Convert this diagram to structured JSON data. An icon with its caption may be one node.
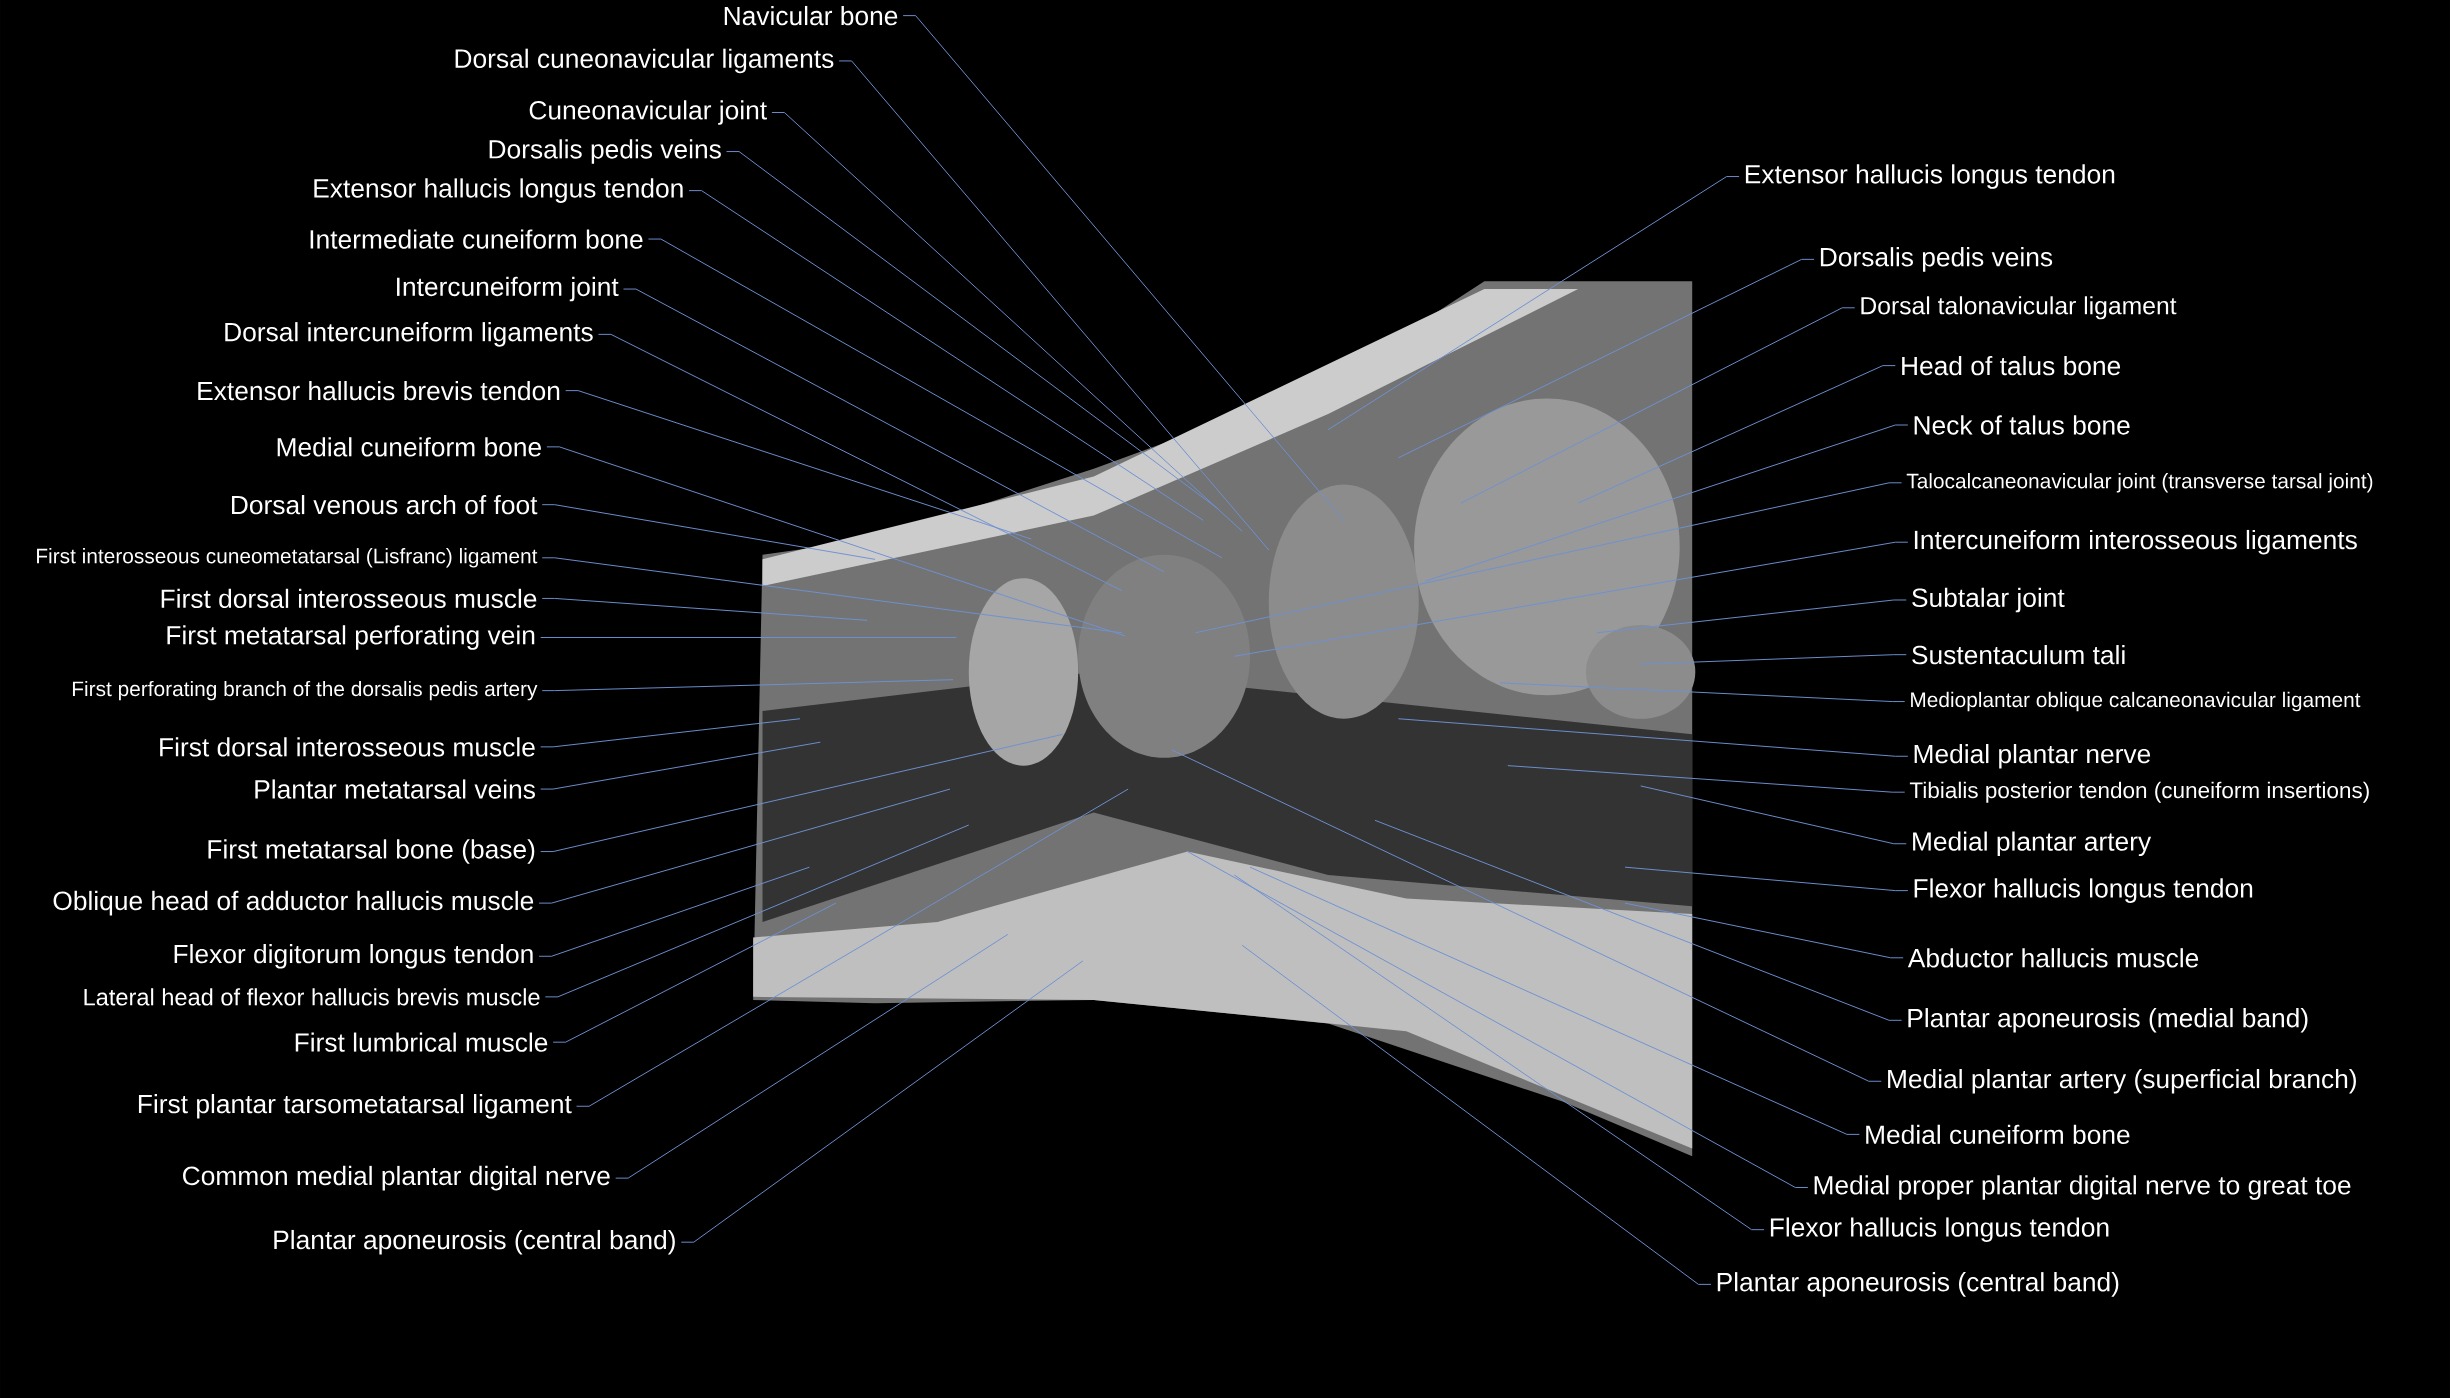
{
  "diagram": {
    "nodes": [
      {
        "text": [
          "Navicular bone"
        ]
      },
      {
        "text": [
          "Dorsal cuneonavicular ligaments"
        ]
      },
      {
        "text": [
          "Cuneonavicular joint"
        ]
      },
      {
        "text": [
          "Dorsalis pedis veins"
        ]
      },
      {
        "text": [
          "Extensor hallucis longus tendon"
        ]
      },
      {
        "text": [
          "Intermediate cuneiform bone"
        ]
      },
      {
        "text": [
          "Intercuneiform joint"
        ]
      },
      {
        "text": [
          "Dorsal intercuneiform ligaments"
        ]
      },
      {
        "text": [
          "Extensor hallucis brevis tendon"
        ]
      },
      {
        "text": [
          "Medial cuneiform bone"
        ]
      },
      {
        "text": [
          "Dorsal venous arch of foot"
        ]
      },
      {
        "text": [
          "First interosseous cuneometatarsal (Lisfranc) ligament"
        ]
      },
      {
        "text": [
          "First dorsal interosseous muscle"
        ]
      },
      {
        "text": [
          "First metatarsal perforating vein"
        ]
      },
      {
        "text": [
          "First perforating branch of the dorsalis pedis artery"
        ]
      },
      {
        "text": [
          "First dorsal interosseous muscle"
        ]
      },
      {
        "text": [
          "Plantar metatarsal veins"
        ]
      },
      {
        "text": [
          "First metatarsal bone (base)"
        ]
      },
      {
        "text": [
          "Oblique head of adductor hallucis muscle"
        ]
      },
      {
        "text": [
          "Flexor digitorum longus tendon"
        ]
      },
      {
        "text": [
          "Lateral head of flexor hallucis brevis muscle"
        ]
      },
      {
        "text": [
          "First lumbrical muscle"
        ]
      },
      {
        "text": [
          "First plantar tarsometatarsal ligament"
        ]
      },
      {
        "text": [
          "Common medial plantar digital nerve"
        ]
      },
      {
        "text": [
          "Plantar aponeurosis (central band)"
        ]
      },
      {
        "text": [
          "Extensor hallucis longus tendon"
        ]
      },
      {
        "text": [
          "Dorsalis pedis veins"
        ]
      },
      {
        "text": [
          "Dorsal talonavicular ligament"
        ]
      },
      {
        "text": [
          "Head of talus bone"
        ]
      },
      {
        "text": [
          "Neck of talus bone"
        ]
      },
      {
        "text": [
          "Talocalcaneonavicular joint (transverse tarsal joint)"
        ]
      },
      {
        "text": [
          "Intercuneiform interosseous ligaments"
        ]
      },
      {
        "text": [
          "Subtalar joint"
        ]
      },
      {
        "text": [
          "Sustentaculum tali"
        ]
      },
      {
        "text": [
          "Medioplantar oblique calcaneonavicular ligament"
        ]
      },
      {
        "text": [
          "Medial plantar nerve"
        ]
      },
      {
        "text": [
          "Tibialis posterior tendon (cuneiform insertions)"
        ]
      },
      {
        "text": [
          "Medial plantar artery"
        ]
      },
      {
        "text": [
          "Flexor hallucis longus tendon"
        ]
      },
      {
        "text": [
          "Abductor hallucis muscle"
        ]
      },
      {
        "text": [
          "Plantar aponeurosis (medial band)"
        ]
      },
      {
        "text": [
          "Medial plantar artery (superficial branch)"
        ]
      },
      {
        "text": [
          "Medial cuneiform bone"
        ]
      },
      {
        "text": [
          "Medial proper plantar digital nerve to great toe"
        ]
      },
      {
        "text": [
          "Flexor hallucis longus tendon"
        ]
      },
      {
        "text": [
          "Plantar aponeurosis (central band)"
        ]
      }
    ],
    "edges": [
      {
        "from": 0,
        "to": null,
        "arrow": "none"
      },
      {
        "from": 1,
        "to": null,
        "arrow": "none"
      },
      {
        "from": 2,
        "to": null,
        "arrow": "none"
      },
      {
        "from": 3,
        "to": null,
        "arrow": "none"
      },
      {
        "from": 4,
        "to": null,
        "arrow": "none"
      },
      {
        "from": 5,
        "to": null,
        "arrow": "none"
      },
      {
        "from": 6,
        "to": null,
        "arrow": "none"
      },
      {
        "from": 7,
        "to": null,
        "arrow": "none"
      },
      {
        "from": 8,
        "to": null,
        "arrow": "none"
      },
      {
        "from": 9,
        "to": null,
        "arrow": "none"
      },
      {
        "from": 10,
        "to": null,
        "arrow": "none"
      },
      {
        "from": 11,
        "to": null,
        "arrow": "none"
      },
      {
        "from": 12,
        "to": null,
        "arrow": "none"
      },
      {
        "from": 13,
        "to": null,
        "arrow": "none"
      },
      {
        "from": 14,
        "to": null,
        "arrow": "none"
      },
      {
        "from": 15,
        "to": null,
        "arrow": "none"
      },
      {
        "from": 16,
        "to": null,
        "arrow": "none"
      },
      {
        "from": 17,
        "to": null,
        "arrow": "none"
      },
      {
        "from": 18,
        "to": null,
        "arrow": "none"
      },
      {
        "from": 19,
        "to": null,
        "arrow": "none"
      },
      {
        "from": 20,
        "to": null,
        "arrow": "none"
      },
      {
        "from": 21,
        "to": null,
        "arrow": "none"
      },
      {
        "from": 22,
        "to": null,
        "arrow": "none"
      },
      {
        "from": 23,
        "to": null,
        "arrow": "none"
      },
      {
        "from": 24,
        "to": null,
        "arrow": "none"
      },
      {
        "from": 25,
        "to": null,
        "arrow": "none"
      },
      {
        "from": 26,
        "to": null,
        "arrow": "none"
      },
      {
        "from": 27,
        "to": null,
        "arrow": "none"
      },
      {
        "from": 28,
        "to": null,
        "arrow": "none"
      },
      {
        "from": 29,
        "to": null,
        "arrow": "none"
      },
      {
        "from": 30,
        "to": null,
        "arrow": "none"
      },
      {
        "from": 31,
        "to": null,
        "arrow": "none"
      },
      {
        "from": 32,
        "to": null,
        "arrow": "none"
      },
      {
        "from": 33,
        "to": null,
        "arrow": "none"
      },
      {
        "from": 34,
        "to": null,
        "arrow": "none"
      },
      {
        "from": 35,
        "to": null,
        "arrow": "none"
      },
      {
        "from": 36,
        "to": null,
        "arrow": "none"
      },
      {
        "from": 37,
        "to": null,
        "arrow": "none"
      },
      {
        "from": 38,
        "to": null,
        "arrow": "none"
      },
      {
        "from": 39,
        "to": null,
        "arrow": "none"
      },
      {
        "from": 40,
        "to": null,
        "arrow": "none"
      },
      {
        "from": 41,
        "to": null,
        "arrow": "none"
      },
      {
        "from": 42,
        "to": null,
        "arrow": "none"
      },
      {
        "from": 43,
        "to": null,
        "arrow": "none"
      },
      {
        "from": 44,
        "to": null,
        "arrow": "none"
      },
      {
        "from": 45,
        "to": null,
        "arrow": "none"
      }
    ]
  }
}
